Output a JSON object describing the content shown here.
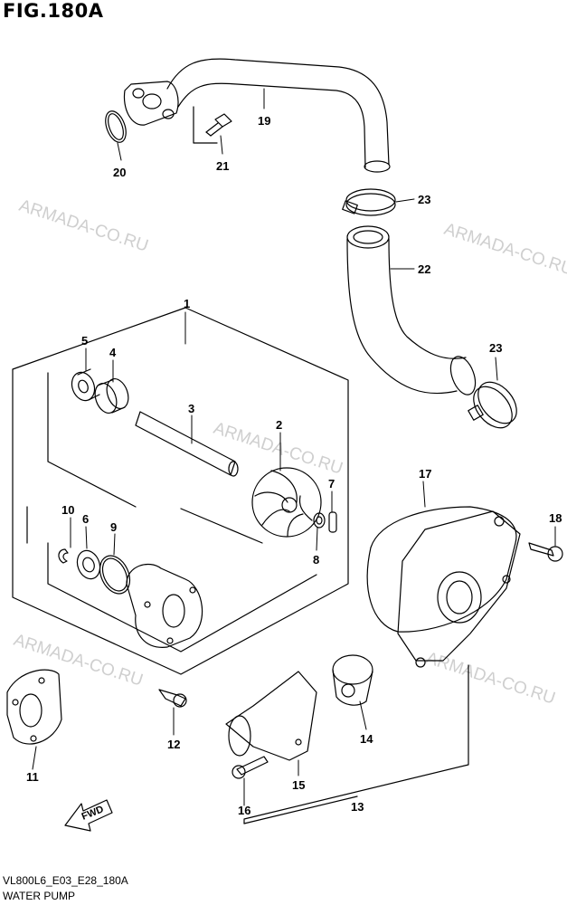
{
  "figure": {
    "title": "FIG.180A",
    "code": "VL800L6_E03_E28_180A",
    "caption": "WATER PUMP"
  },
  "watermark": "ARMADA-CO.RU",
  "direction_label": "FWD",
  "callouts": {
    "c1": "1",
    "c2": "2",
    "c3": "3",
    "c4": "4",
    "c5": "5",
    "c6": "6",
    "c7": "7",
    "c8": "8",
    "c9": "9",
    "c10": "10",
    "c11": "11",
    "c12": "12",
    "c13": "13",
    "c14": "14",
    "c15": "15",
    "c16": "16",
    "c17": "17",
    "c18": "18",
    "c19": "19",
    "c20": "20",
    "c21": "21",
    "c22": "22",
    "c23a": "23",
    "c23b": "23"
  }
}
